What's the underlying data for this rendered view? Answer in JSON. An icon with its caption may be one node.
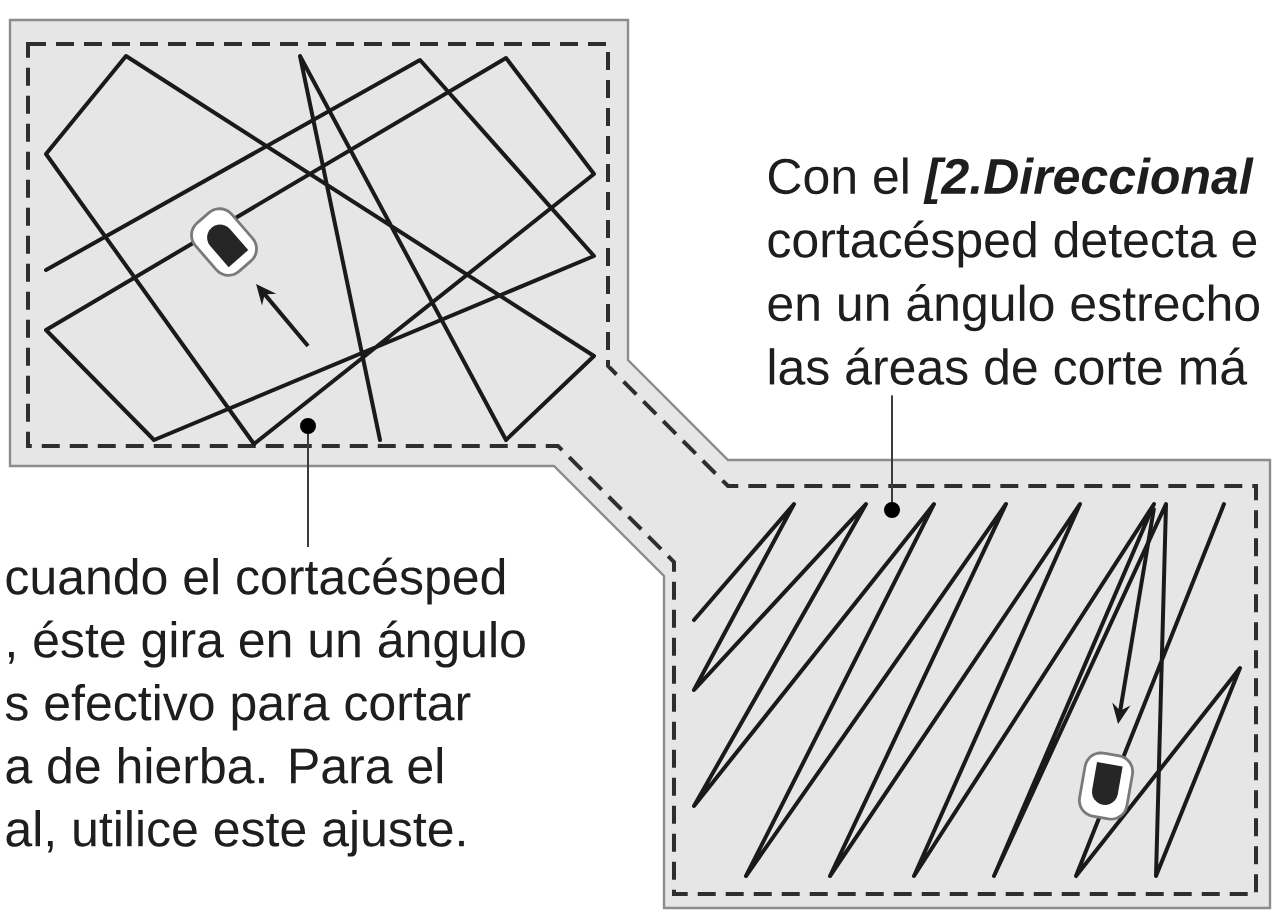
{
  "diagram": {
    "nodes": [
      {
        "text": [
          "Con el **[2.Direccional** cortacésped detecta e en un ángulo estrecho las áreas de corte má"
        ]
      },
      {
        "text": [
          "cuando el cortacésped , éste gira en un ángulo s efectivo para cortar a de hierba. Para el al, utilice este ajuste."
        ]
      }
    ],
    "edges": [
      {
        "from": 0,
        "to": null,
        "arrow": "other"
      },
      {
        "from": 1,
        "to": null,
        "arrow": "other"
      }
    ]
  }
}
